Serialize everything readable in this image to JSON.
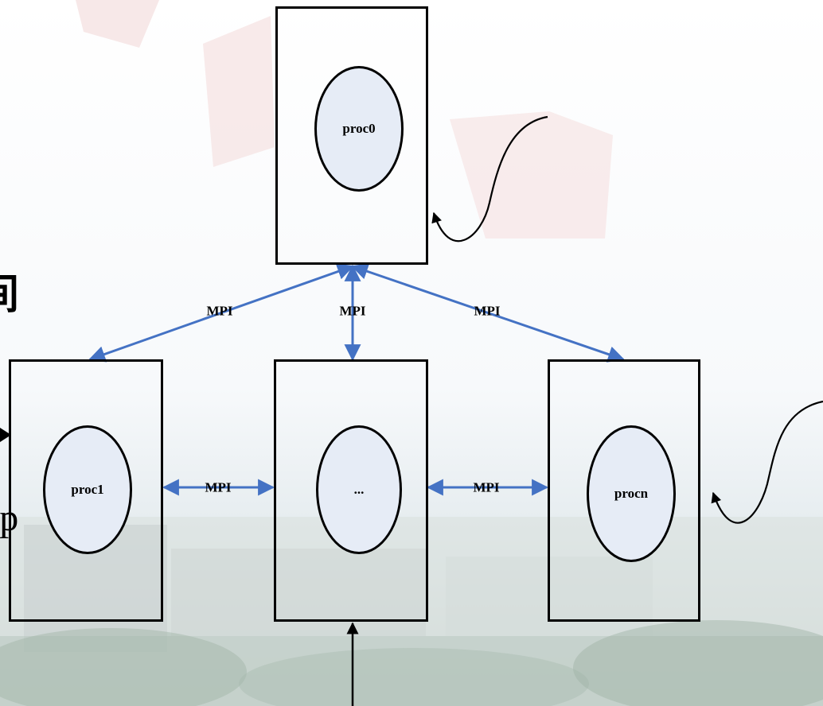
{
  "processes": {
    "top": {
      "label": "proc0"
    },
    "left": {
      "label": "proc1"
    },
    "middle": {
      "label": "..."
    },
    "right": {
      "label": "procn"
    }
  },
  "links": {
    "to_left": "MPI",
    "to_middle": "MPI",
    "to_right": "MPI",
    "left_middle": "MPI",
    "middle_right": "MPI"
  },
  "edge_text": {
    "left_char_top": "间",
    "left_char_bottom": "ap"
  },
  "colors": {
    "connector": "#4472c4",
    "outline": "#000000",
    "ellipse_fill": "#e6ecf6"
  }
}
